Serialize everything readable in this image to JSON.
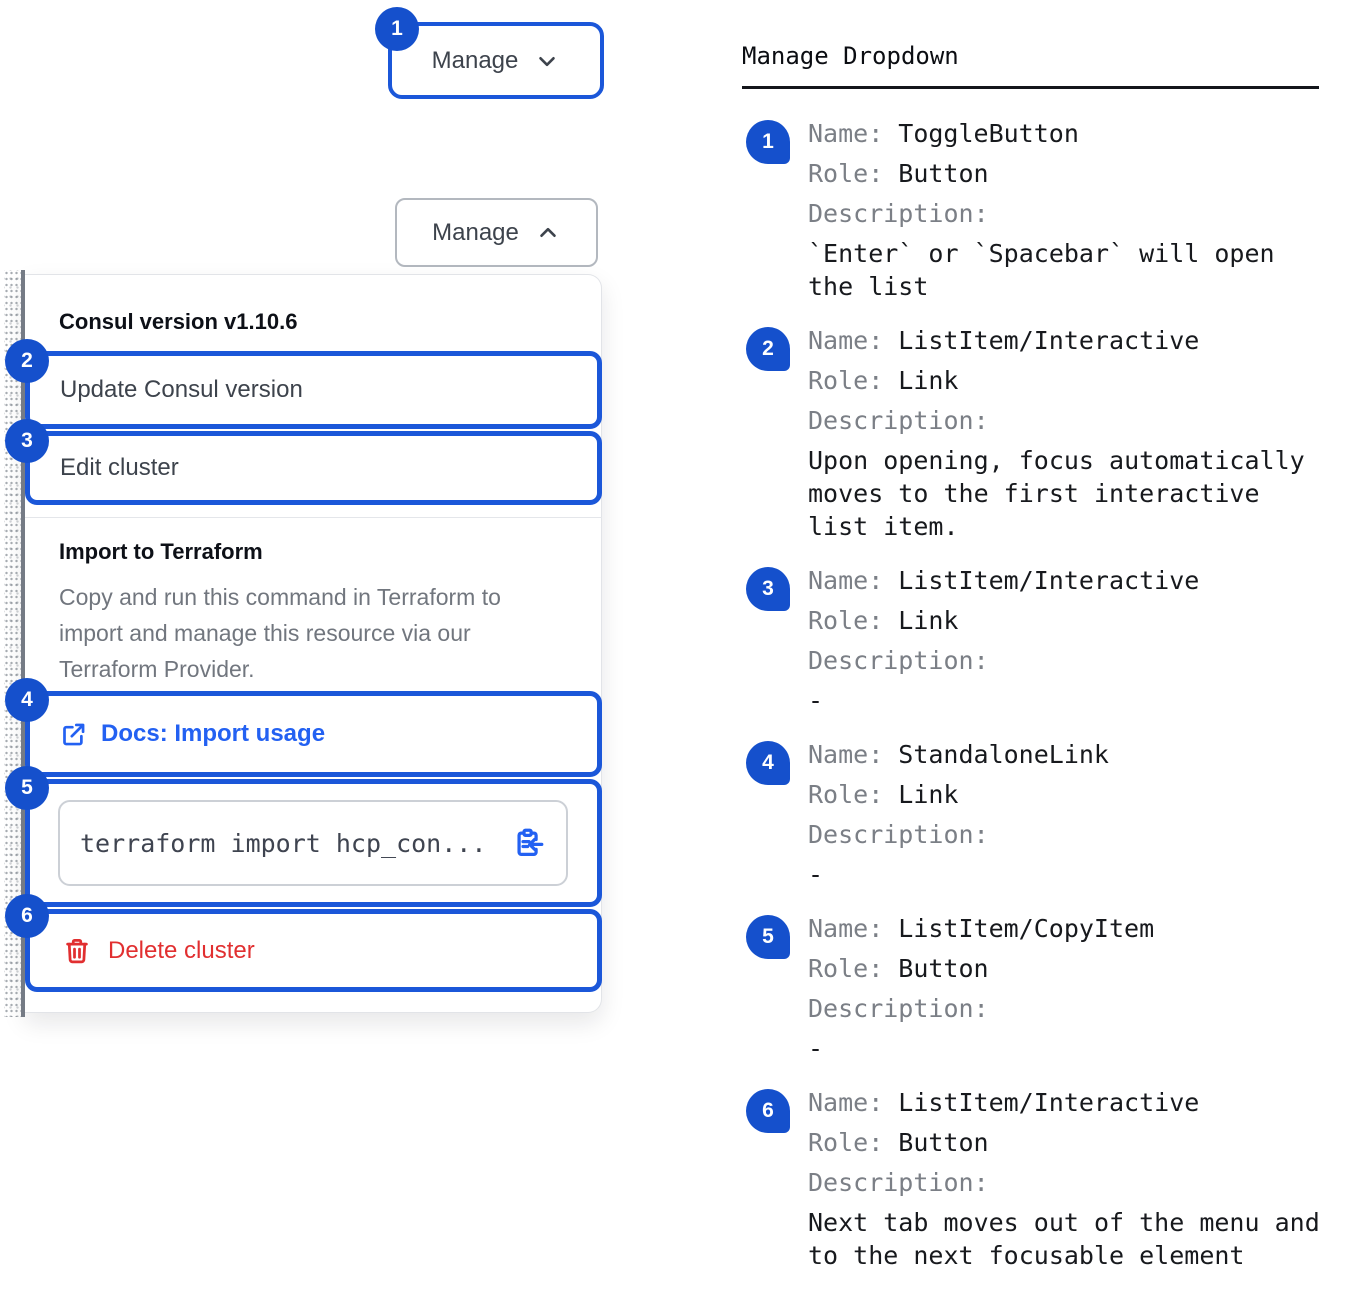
{
  "colors": {
    "focus_ring_blue": "#1b57d9",
    "badge_blue": "#1550cc",
    "link_blue": "#2361f2",
    "danger_red": "#e12f30"
  },
  "left": {
    "toggle_button": {
      "badge": "1",
      "label": "Manage"
    },
    "expanded_button": {
      "label": "Manage"
    },
    "menu": {
      "version_header": "Consul version v1.10.6",
      "update_item": {
        "badge": "2",
        "label": "Update Consul version"
      },
      "edit_item": {
        "badge": "3",
        "label": "Edit cluster"
      },
      "import_section": {
        "header": "Import to Terraform",
        "description": "Copy and run this command in Terraform to import and manage this resource via our Terraform Provider."
      },
      "docs_link": {
        "badge": "4",
        "label": "Docs: Import usage"
      },
      "copy_item": {
        "badge": "5",
        "command": "terraform import hcp_con..."
      },
      "delete_item": {
        "badge": "6",
        "label": "Delete cluster"
      }
    }
  },
  "right": {
    "title": "Manage Dropdown",
    "labels": {
      "name": "Name:",
      "role": "Role:",
      "description": "Description:"
    },
    "entries": [
      {
        "num": "1",
        "name": "ToggleButton",
        "role": "Button",
        "description": "`Enter` or `Spacebar` will open the list"
      },
      {
        "num": "2",
        "name": "ListItem/Interactive",
        "role": "Link",
        "description": "Upon opening, focus automatically moves to the first interactive list item."
      },
      {
        "num": "3",
        "name": "ListItem/Interactive",
        "role": "Link",
        "description": "-"
      },
      {
        "num": "4",
        "name": "StandaloneLink",
        "role": "Link",
        "description": "-"
      },
      {
        "num": "5",
        "name": "ListItem/CopyItem",
        "role": "Button",
        "description": "-"
      },
      {
        "num": "6",
        "name": "ListItem/Interactive",
        "role": "Button",
        "description": "Next tab moves out of the menu and to the next focusable element"
      }
    ]
  }
}
